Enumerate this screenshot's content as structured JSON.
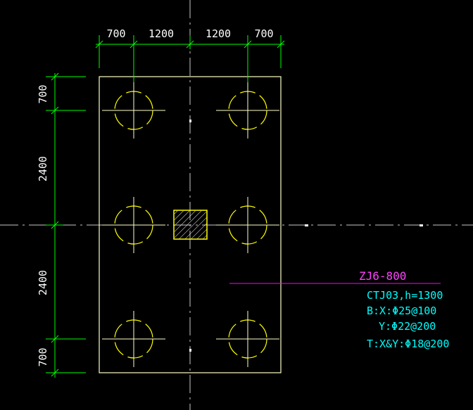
{
  "drawing": {
    "top_dims": [
      "700",
      "1200",
      "1200",
      "700"
    ],
    "left_dims": [
      "700",
      "2400",
      "2400",
      "700"
    ],
    "label": {
      "title": "ZJ6-800",
      "line1": "CTJ03,h=1300",
      "line2": "B:X:Φ25@100",
      "line3": "Y:Φ22@200",
      "line4": "T:X&Y:Φ18@200"
    },
    "colors": {
      "background": "#000000",
      "outline": "#ffffc8",
      "pile": "#ffff00",
      "dimension": "#00ff00",
      "dim_text": "#ffffff",
      "centerline": "#c8c8c8",
      "leader": "#ff00ff",
      "title_text": "#ff40ff",
      "note_text": "#00ffff"
    }
  }
}
